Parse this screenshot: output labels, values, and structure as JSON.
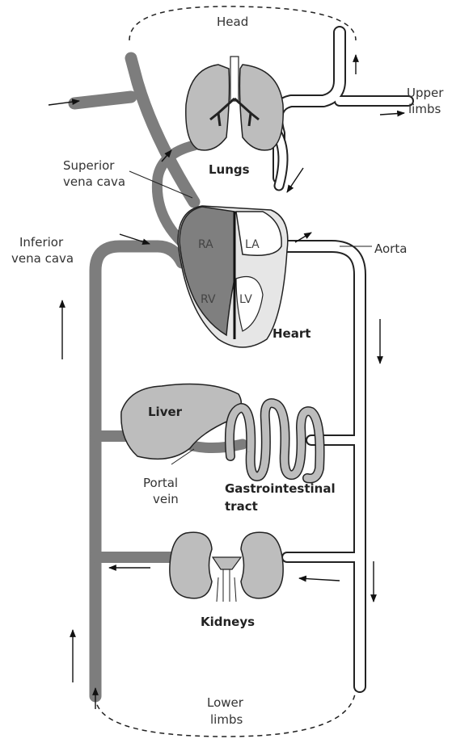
{
  "labels": {
    "head": "Head",
    "upper_limbs_1": "Upper",
    "upper_limbs_2": "limbs",
    "lungs": "Lungs",
    "superior_vena_cava_1": "Superior",
    "superior_vena_cava_2": "vena cava",
    "inferior_vena_cava_1": "Inferior",
    "inferior_vena_cava_2": "vena cava",
    "aorta": "Aorta",
    "ra": "RA",
    "la": "LA",
    "rv": "RV",
    "lv": "LV",
    "heart": "Heart",
    "liver": "Liver",
    "portal_vein_1": "Portal",
    "portal_vein_2": "vein",
    "gi_tract_1": "Gastrointestinal",
    "gi_tract_2": "tract",
    "kidneys": "Kidneys",
    "lower_limbs_1": "Lower",
    "lower_limbs_2": "limbs"
  },
  "colors": {
    "vein": "#7d7d7d",
    "organ": "#bdbdbd",
    "right_heart": "#7f7f7f",
    "outline": "#222222"
  }
}
